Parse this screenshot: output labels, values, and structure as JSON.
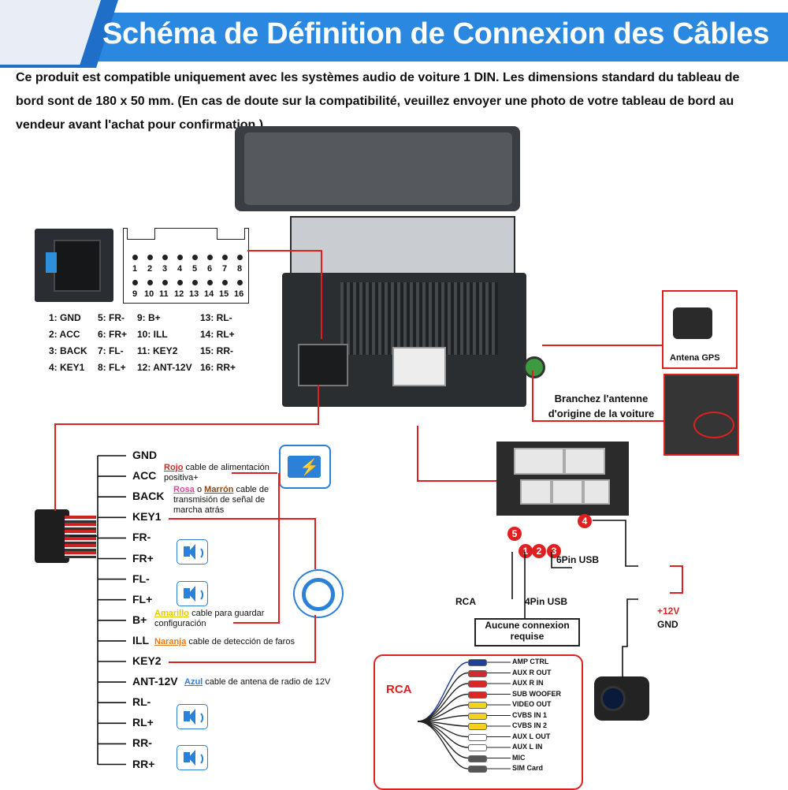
{
  "header": {
    "title": "Schéma de Définition de Connexion des Câbles",
    "description": "Ce produit est compatible uniquement avec les systèmes audio de voiture 1 DIN. Les dimensions standard du tableau de bord sont de 180 x 50 mm. (En cas de doute sur la compatibilité, veuillez envoyer une photo de votre tableau de bord au vendeur avant l'achat pour confirmation.)"
  },
  "pinout": {
    "pins_top": [
      "1",
      "2",
      "3",
      "4",
      "5",
      "6",
      "7",
      "8"
    ],
    "pins_bottom": [
      "9",
      "10",
      "11",
      "12",
      "13",
      "14",
      "15",
      "16"
    ],
    "legend": [
      "1: GND",
      "2: ACC",
      "3: BACK",
      "4: KEY1",
      "5: FR-",
      "6: FR+",
      "7: FL-",
      "8: FL+",
      "9: B+",
      "10: ILL",
      "11: KEY2",
      "12: ANT-12V",
      "13: RL-",
      "14: RL+",
      "15: RR-",
      "16: RR+"
    ]
  },
  "gps": {
    "label": "Antena GPS",
    "car_antenna_note": "Branchez l'antenne d'origine de la voiture"
  },
  "harness": {
    "wires": [
      "GND",
      "ACC",
      "BACK",
      "KEY1",
      "FR-",
      "FR+",
      "FL-",
      "FL+",
      "B+",
      "ILL",
      "KEY2",
      "ANT-12V",
      "RL-",
      "RL+",
      "RR-",
      "RR+"
    ],
    "notes": {
      "acc_color": "Rojo",
      "acc_text": "cable de alimentación positiva+",
      "back_color1": "Rosa",
      "back_or": "o",
      "back_color2": "Marrón",
      "back_text": "cable de transmisión de señal de marcha atrás",
      "bplus_color": "Amarillo",
      "bplus_text": "cable para guardar configuración",
      "ill_color": "Naranja",
      "ill_text": "cable de detección de faros",
      "ant_color": "Azul",
      "ant_text": "cable de antena de radio de 12V"
    }
  },
  "ports": {
    "numbers": [
      "1",
      "2",
      "3",
      "4",
      "5"
    ],
    "rca_label": "RCA",
    "usb6_label": "6Pin USB",
    "usb4_label": "4Pin USB",
    "no_connection": "Aucune connexion requise",
    "plus12": "+12V",
    "gnd": "GND"
  },
  "rca_table": {
    "title": "RCA",
    "rows": [
      "AMP CTRL",
      "AUX R OUT",
      "AUX R IN",
      "SUB WOOFER",
      "VIDEO OUT",
      "CVBS IN 1",
      "CVBS IN 2",
      "AUX L OUT",
      "AUX L IN",
      "MIC",
      "SIM Card"
    ],
    "plug_colors": [
      "#1e3f9c",
      "#d62828",
      "#d62828",
      "#d62828",
      "#f2d21a",
      "#f2d21a",
      "#f2d21a",
      "#ffffff",
      "#ffffff",
      "#555555",
      "#555555"
    ]
  },
  "colors": {
    "accent_blue": "#2b88e0",
    "red_line": "#e02020"
  }
}
